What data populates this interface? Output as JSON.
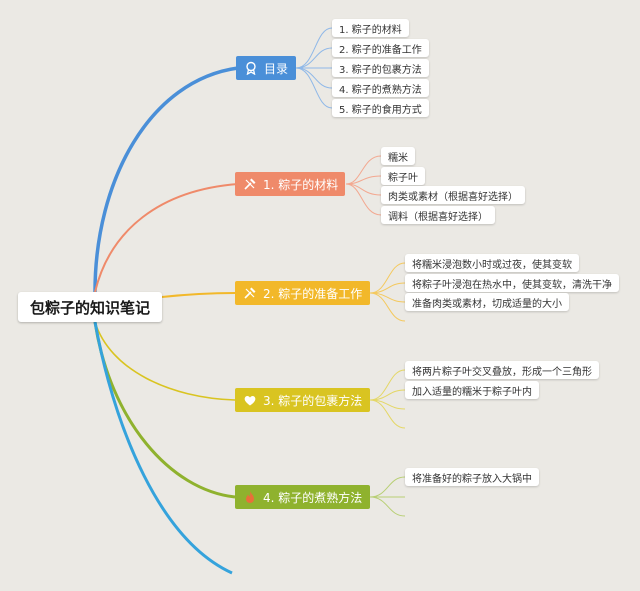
{
  "root": {
    "label": "包粽子的知识笔记"
  },
  "branches": [
    {
      "id": "toc",
      "label": "目录",
      "color": "#4a8fd8",
      "icon": "ribbon-icon",
      "leaves": [
        "1. 粽子的材料",
        "2. 粽子的准备工作",
        "3. 粽子的包裹方法",
        "4. 粽子的煮熟方法",
        "5. 粽子的食用方式"
      ]
    },
    {
      "id": "materials",
      "label": "1. 粽子的材料",
      "color": "#ef8a6a",
      "icon": "tools-icon",
      "leaves": [
        "糯米",
        "粽子叶",
        "肉类或素材（根据喜好选择）",
        "调料（根据喜好选择）"
      ]
    },
    {
      "id": "prep",
      "label": "2. 粽子的准备工作",
      "color": "#f2b82a",
      "icon": "tools-icon",
      "leaves": [
        "将糯米浸泡数小时或过夜，使其变软",
        "将粽子叶浸泡在热水中，使其变软，清洗干净",
        "准备肉类或素材，切成适量的大小"
      ]
    },
    {
      "id": "wrap",
      "label": "3. 粽子的包裹方法",
      "color": "#d9c421",
      "icon": "heart-icon",
      "leaves": [
        "将两片粽子叶交叉叠放，形成一个三角形",
        "加入适量的糯米于粽子叶内"
      ]
    },
    {
      "id": "cook",
      "label": "4. 粽子的煮熟方法",
      "color": "#8fb22e",
      "icon": "fire-icon",
      "leaves": [
        "将准备好的粽子放入大锅中"
      ]
    }
  ]
}
